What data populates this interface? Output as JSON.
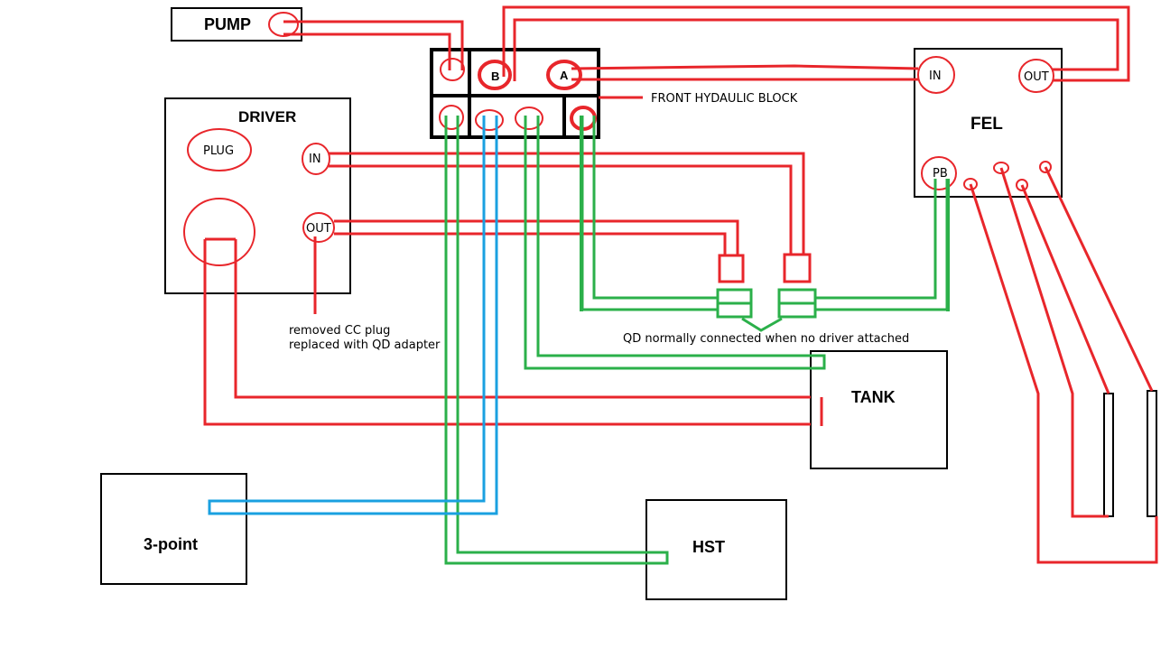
{
  "colors": {
    "hose_red": "#e8262b",
    "hose_green": "#2bb04a",
    "hose_blue": "#1aa0e0",
    "box": "#000000"
  },
  "labels": {
    "pump": "PUMP",
    "driver": "DRIVER",
    "plug": "PLUG",
    "driver_in": "IN",
    "driver_out": "OUT",
    "port_b": "B",
    "port_a": "A",
    "front_block": "FRONT HYDAULIC BLOCK",
    "fel": "FEL",
    "fel_in": "IN",
    "fel_out": "OUT",
    "fel_pb": "PB",
    "tank": "TANK",
    "hst": "HST",
    "three_point": "3-point"
  },
  "notes": {
    "cc_plug_line1": "removed CC plug",
    "cc_plug_line2": "replaced with QD adapter",
    "qd_note": "QD normally connected when no driver attached"
  }
}
